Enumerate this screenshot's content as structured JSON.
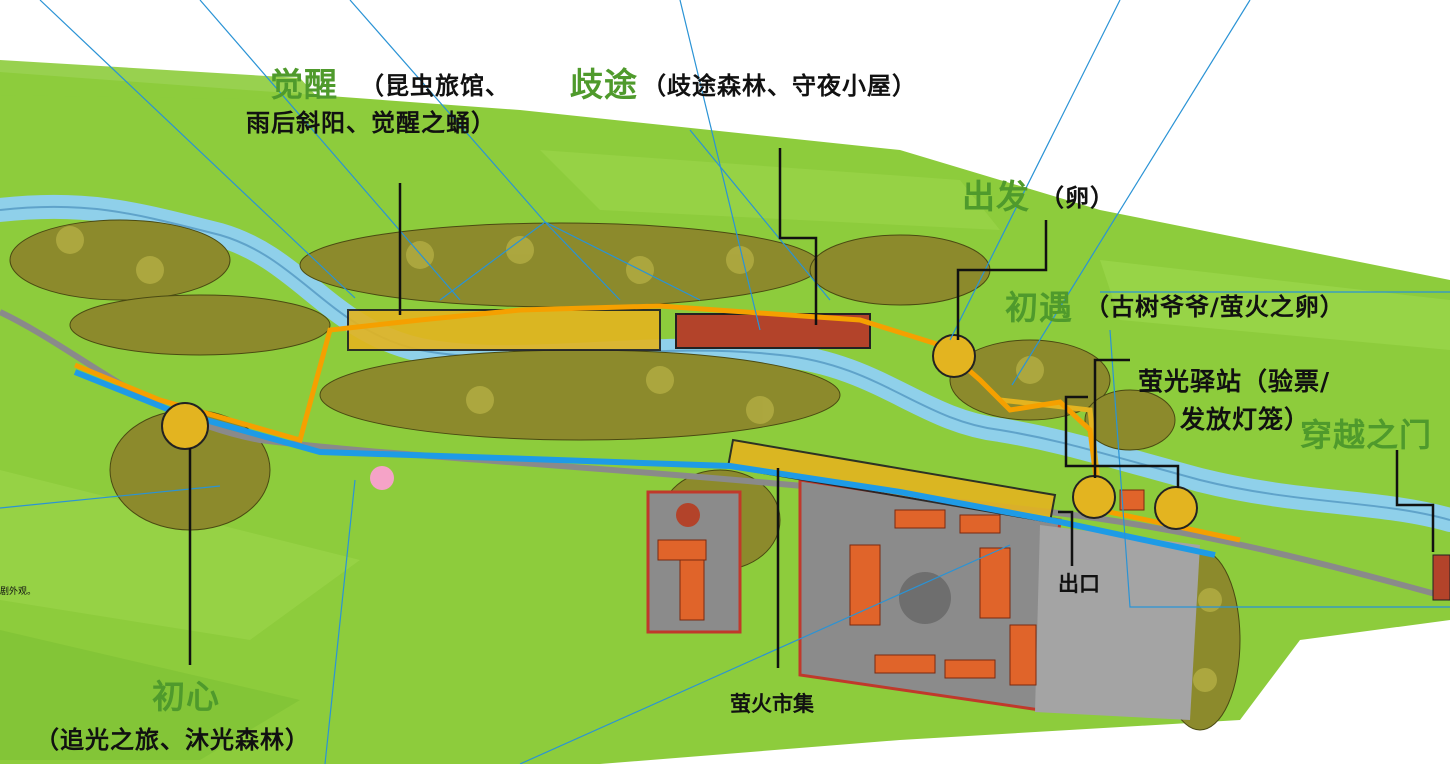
{
  "colors": {
    "grass": "#8dcc3c",
    "grass_dark": "#6fae2a",
    "river": "#8fd0ea",
    "trees": "#8c8a2c",
    "path_blue": "#1e9be6",
    "path_orange": "#f5a000",
    "zone_yellow": "#e3b420",
    "zone_red": "#b3432a",
    "roof": "#e0642a",
    "plaza": "#8b8b8b",
    "label_green": "#4f9a2c"
  },
  "labels": {
    "juexing": {
      "title": "觉醒",
      "sub1": "（昆虫旅馆、",
      "sub2": "雨后斜阳、觉醒之蛹）"
    },
    "qitu": {
      "title": "歧途",
      "sub": "（歧途森林、守夜小屋）"
    },
    "chufa": {
      "title": "出发",
      "sub": "（卵）"
    },
    "chuyu": {
      "title": "初遇",
      "sub": "（古树爷爷/萤火之卵）"
    },
    "yingguang": {
      "line1": "萤光驿站（验票/",
      "line2": "发放灯笼）"
    },
    "chuanyue": {
      "title": "穿越之门"
    },
    "exit": {
      "text": "出口"
    },
    "market": {
      "text": "萤火市集"
    },
    "chuxin": {
      "title": "初心",
      "sub": "（追光之旅、沐光森林）"
    },
    "fragment": {
      "text": "剧外观。"
    }
  }
}
